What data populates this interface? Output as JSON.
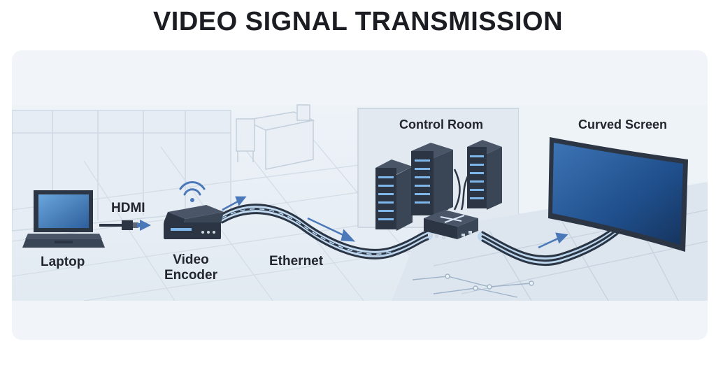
{
  "title": "VIDEO SIGNAL TRANSMISSION",
  "labels": {
    "laptop": "Laptop",
    "hdmi": "HDMI",
    "encoder_line1": "Video",
    "encoder_line2": "Encoder",
    "ethernet": "Ethernet",
    "control_room": "Control Room",
    "curved_screen": "Curved Screen"
  },
  "colors": {
    "accent": "#4a78b8",
    "device_dark": "#2b3544",
    "screen_blue": "#1f4f8c",
    "glow": "#7fb6ea"
  },
  "icons": [
    "laptop-icon",
    "hdmi-cable-icon",
    "wifi-icon",
    "video-encoder-icon",
    "server-rack-icon",
    "network-switch-icon",
    "curved-screen-icon"
  ]
}
